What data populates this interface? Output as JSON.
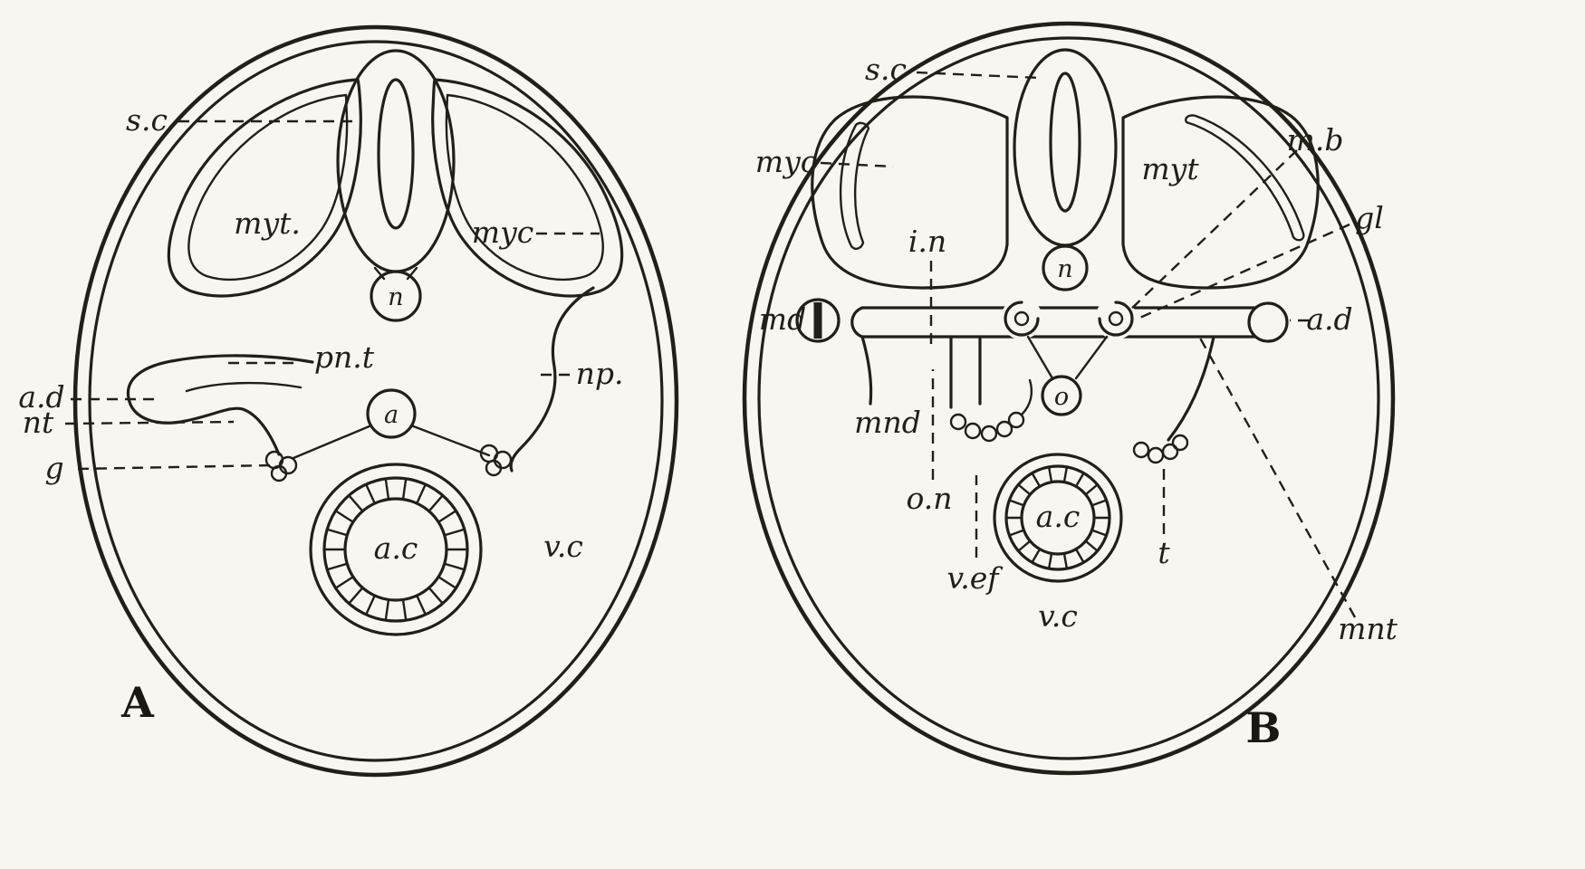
{
  "style": {
    "ink": "#221f18",
    "paper": "#f7f6f1"
  },
  "panel_a": {
    "panel_label": "A",
    "labels": {
      "sc": "s.c",
      "myt": "myt.",
      "myc": "myc",
      "n": "n",
      "pnt": "pn.t",
      "np": "np.",
      "ad": "a.d",
      "nt": "nt",
      "g": "g",
      "a": "a",
      "ac": "a.c",
      "vc": "v.c"
    }
  },
  "panel_b": {
    "panel_label": "B",
    "labels": {
      "sc": "s.c",
      "myc": "myc",
      "myt": "myt",
      "mb": "m.b",
      "gl": "gl",
      "in": "i.n",
      "n": "n",
      "md": "md",
      "ad": "a.d",
      "mnd": "mnd",
      "o": "o",
      "on": "o.n",
      "vef": "v.ef",
      "ac": "a.c",
      "t": "t",
      "vc": "v.c",
      "mnt": "mnt"
    }
  }
}
